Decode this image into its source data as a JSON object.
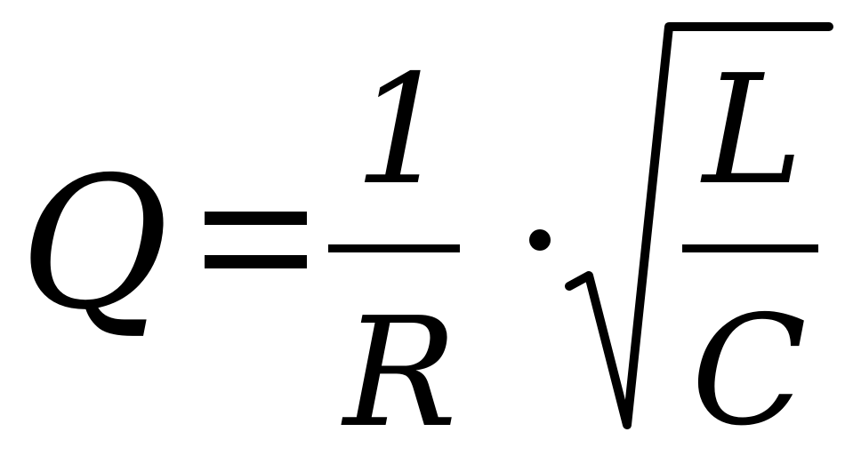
{
  "formula": {
    "lhs": "Q",
    "equals": "=",
    "fraction1": {
      "numerator": "1",
      "denominator": "R"
    },
    "dot": "·",
    "sqrt": {
      "numerator": "L",
      "denominator": "C"
    }
  }
}
